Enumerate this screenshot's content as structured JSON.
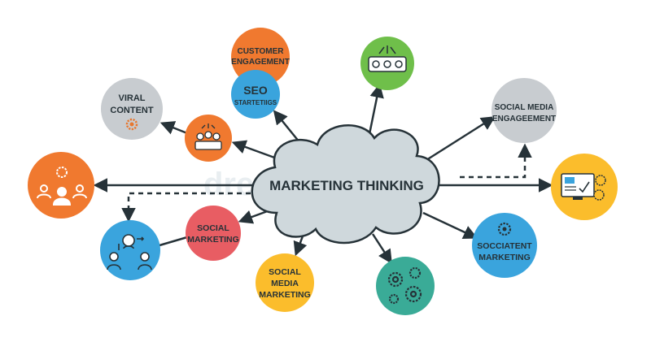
{
  "center": {
    "title": "MARKETING THINKING"
  },
  "nodes": {
    "customer_engagement": {
      "line1": "CUSTOMER",
      "line2": "ENGAGEMENT"
    },
    "seo": {
      "line1": "SEO",
      "line2": "STARTETIIGS"
    },
    "viral_content": {
      "line1": "VIRAL",
      "line2": "CONTENT"
    },
    "social_media_engagement": {
      "line1": "SOCIAL MEDIA",
      "line2": "ENGAGEEMENT"
    },
    "social_marketing": {
      "line1": "SOCIAL",
      "line2": "MARKETING"
    },
    "social_media_marketing": {
      "line1": "SOCIAL",
      "line2": "MEDIA",
      "line3": "MARKETING"
    },
    "socciatent_marketing": {
      "line1": "SOCCIATENT",
      "line2": "MARKETING"
    }
  },
  "colors": {
    "orange": "#f0792f",
    "blue": "#3aa4dd",
    "gray": "#c8ccd0",
    "green": "#6fbf4a",
    "yellow": "#fbbd2c",
    "red": "#e85d63",
    "teal": "#3aab97",
    "ink": "#263238",
    "cloud": "#cfd8dc"
  },
  "watermark": "dreamstime"
}
